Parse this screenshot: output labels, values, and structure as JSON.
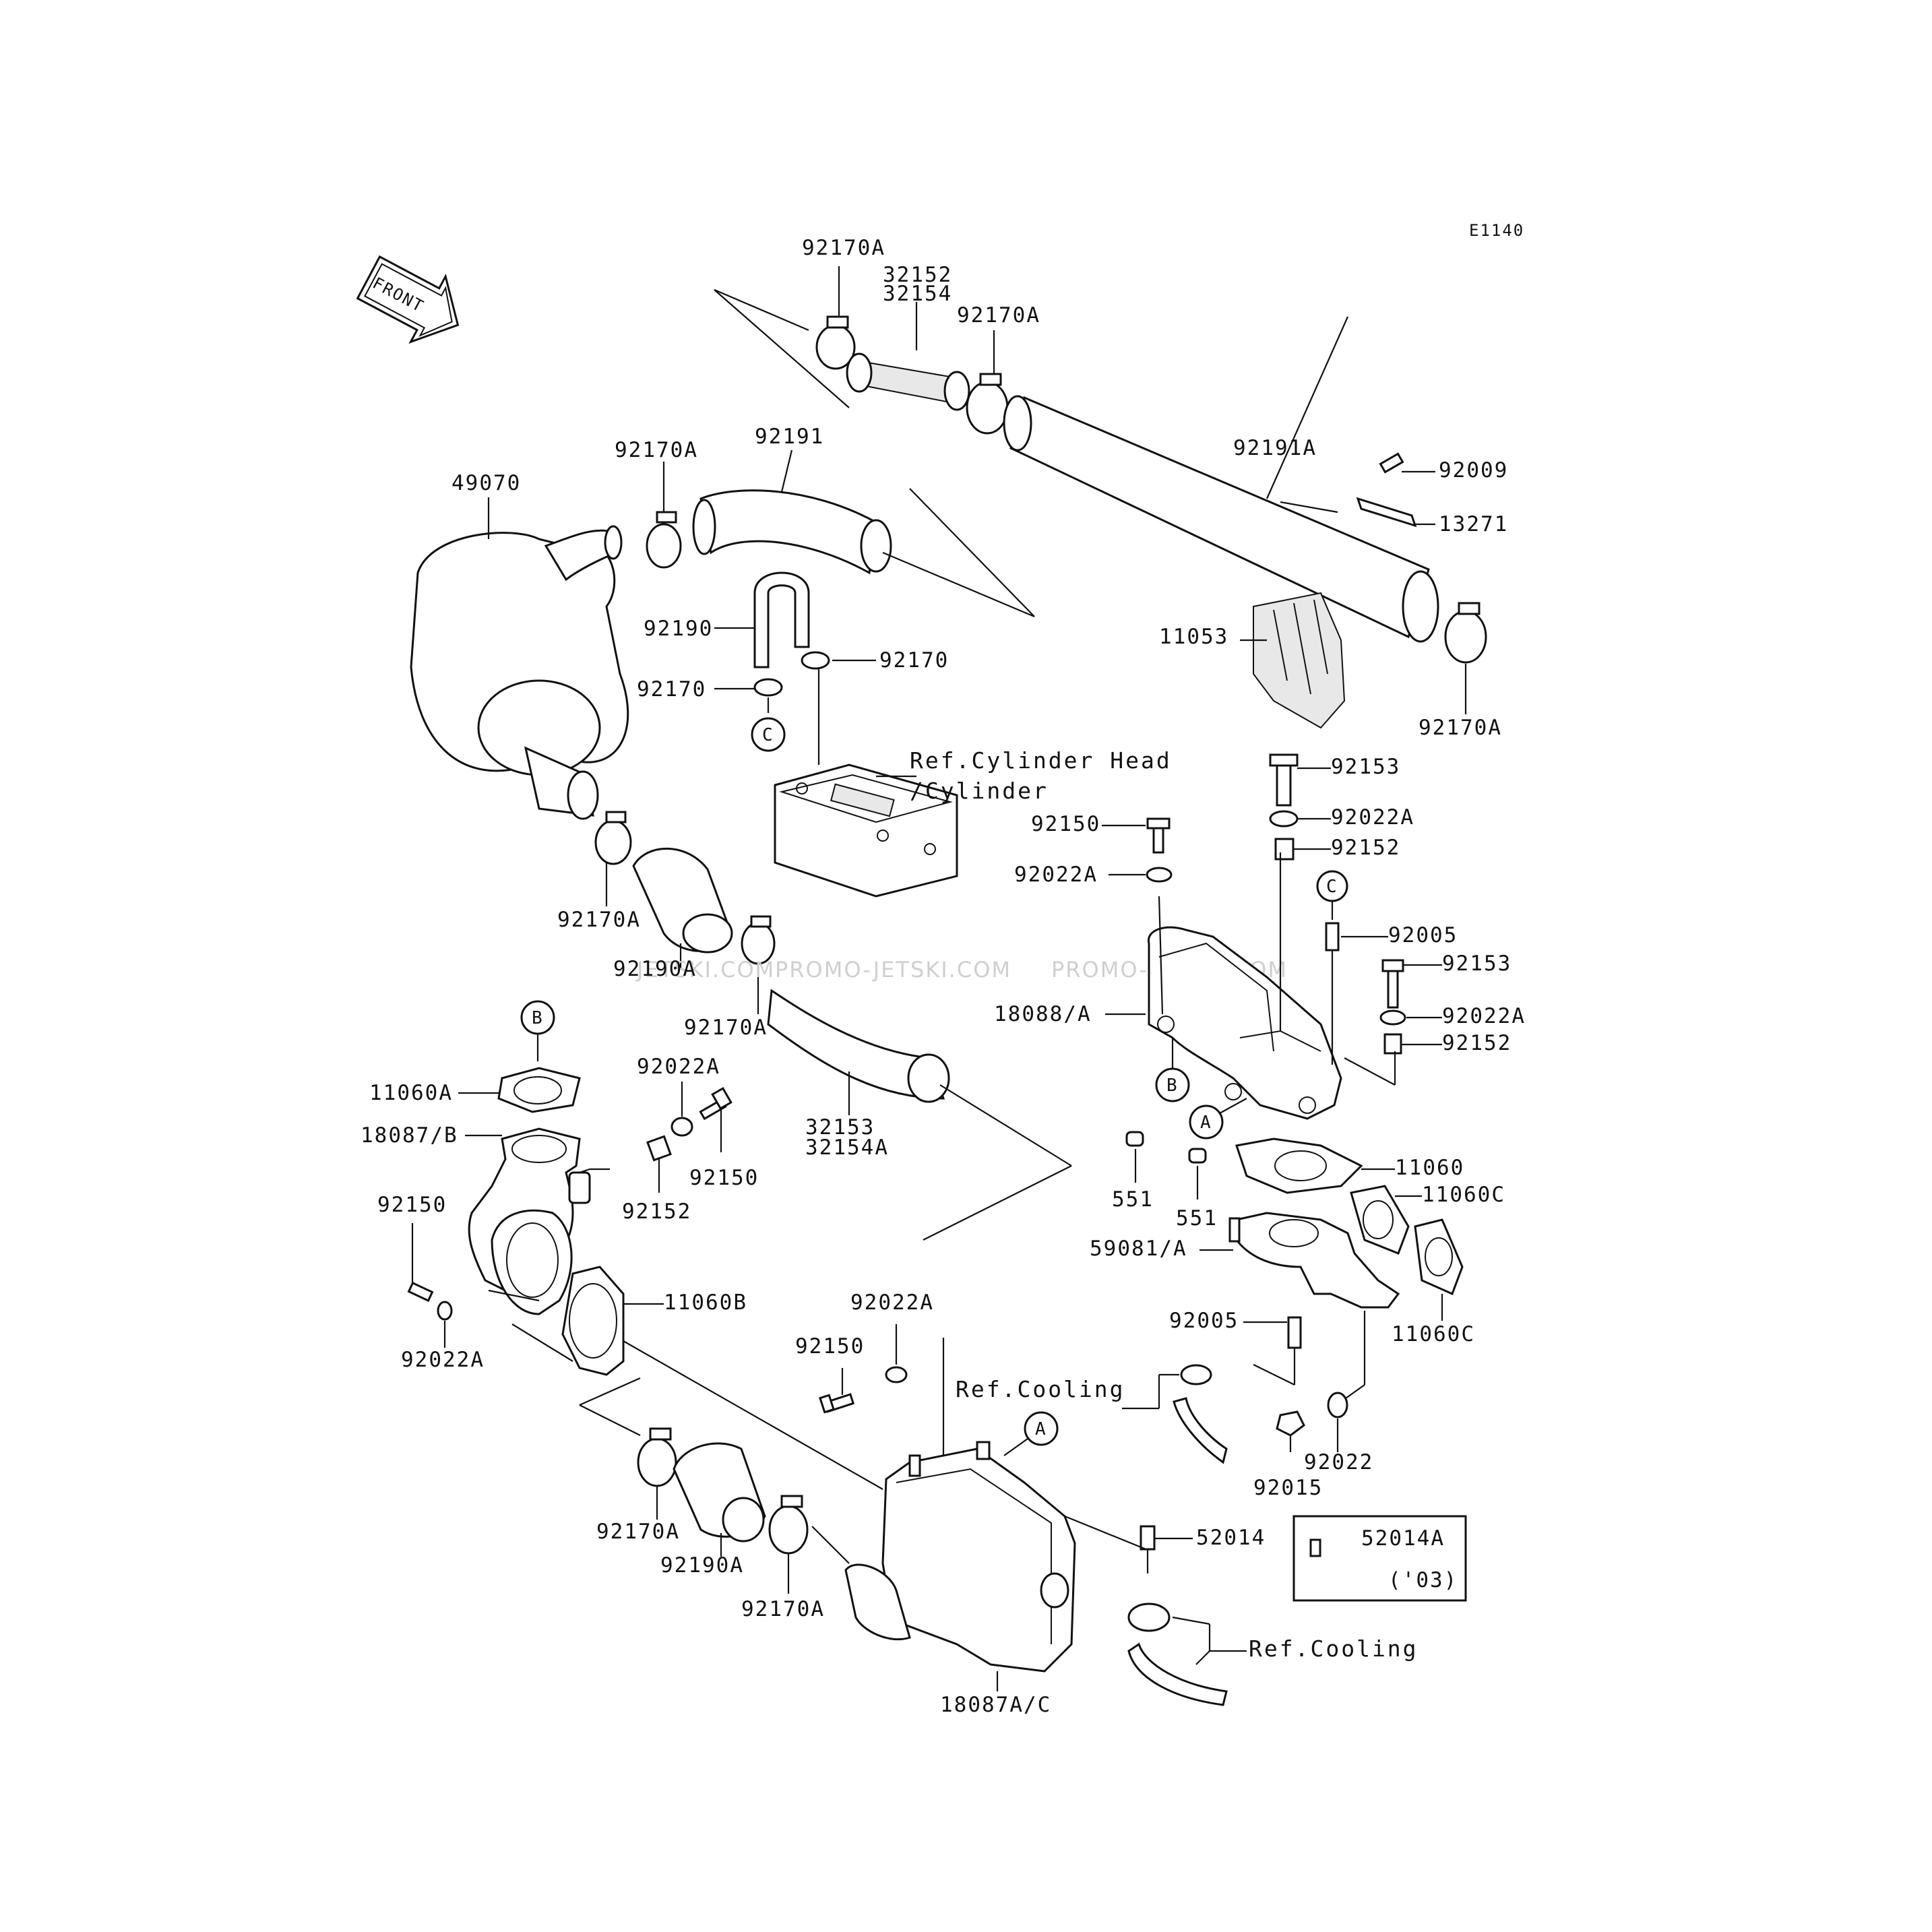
{
  "diagram_code": "E1140",
  "front_label": "FRONT",
  "watermark": "PROMO-JETSKI.COM",
  "watermark_left": "JETSKI.COM",
  "callouts": {
    "A": "A",
    "B": "B",
    "C": "C"
  },
  "labels": {
    "p92170A_1": "92170A",
    "p32152": "32152",
    "p32154": "32154",
    "p92170A_2": "92170A",
    "p92191": "92191",
    "p92170A_3": "92170A",
    "p49070": "49070",
    "p92191A": "92191A",
    "p92009": "92009",
    "p13271": "13271",
    "p92190": "92190",
    "p92170_r": "92170",
    "p92170_l": "92170",
    "p11053": "11053",
    "p92170A_4": "92170A",
    "ref_cyl_1": "Ref.Cylinder Head",
    "ref_cyl_2": "/Cylinder",
    "p92153_1": "92153",
    "p92150_1": "92150",
    "p92022A_1": "92022A",
    "p92152_1": "92152",
    "p92022A_2": "92022A",
    "p92170A_5": "92170A",
    "p92190A_1": "92190A",
    "p92005_1": "92005",
    "p92153_2": "92153",
    "p92170A_6": "92170A",
    "p18088A": "18088/A",
    "p92022A_3": "92022A",
    "p92152_2": "92152",
    "p92022A_4": "92022A",
    "p11060A": "11060A",
    "p18087B": "18087/B",
    "p32153": "32153",
    "p32154A": "32154A",
    "p92150_2": "92150",
    "p92152_3": "92152",
    "p551_1": "551",
    "p551_2": "551",
    "p11060": "11060",
    "p11060C_1": "11060C",
    "p92150_3": "92150",
    "p59081A": "59081/A",
    "p11060B": "11060B",
    "p92022A_5": "92022A",
    "p92022A_6": "92022A",
    "p92005_2": "92005",
    "p11060C_2": "11060C",
    "p92150_4": "92150",
    "ref_cooling_1": "Ref.Cooling",
    "p92015": "92015",
    "p92022": "92022",
    "p52014": "52014",
    "p52014A": "52014A",
    "year_03": "('03)",
    "p92170A_7": "92170A",
    "p92190A_2": "92190A",
    "p92170A_8": "92170A",
    "ref_cooling_2": "Ref.Cooling",
    "p18087AC": "18087A/C"
  }
}
